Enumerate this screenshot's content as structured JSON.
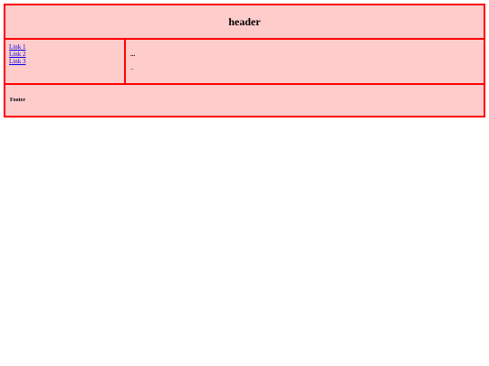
{
  "header": {
    "title": "header"
  },
  "sidebar": {
    "links": [
      {
        "label": "Link 1"
      },
      {
        "label": "Link 2"
      },
      {
        "label": "Link 3"
      }
    ]
  },
  "content": {
    "heading": "...",
    "text": ".."
  },
  "footer": {
    "text": "Footer"
  },
  "colors": {
    "border": "#ff0000",
    "background": "#ffcccc",
    "link": "#0000ee"
  }
}
